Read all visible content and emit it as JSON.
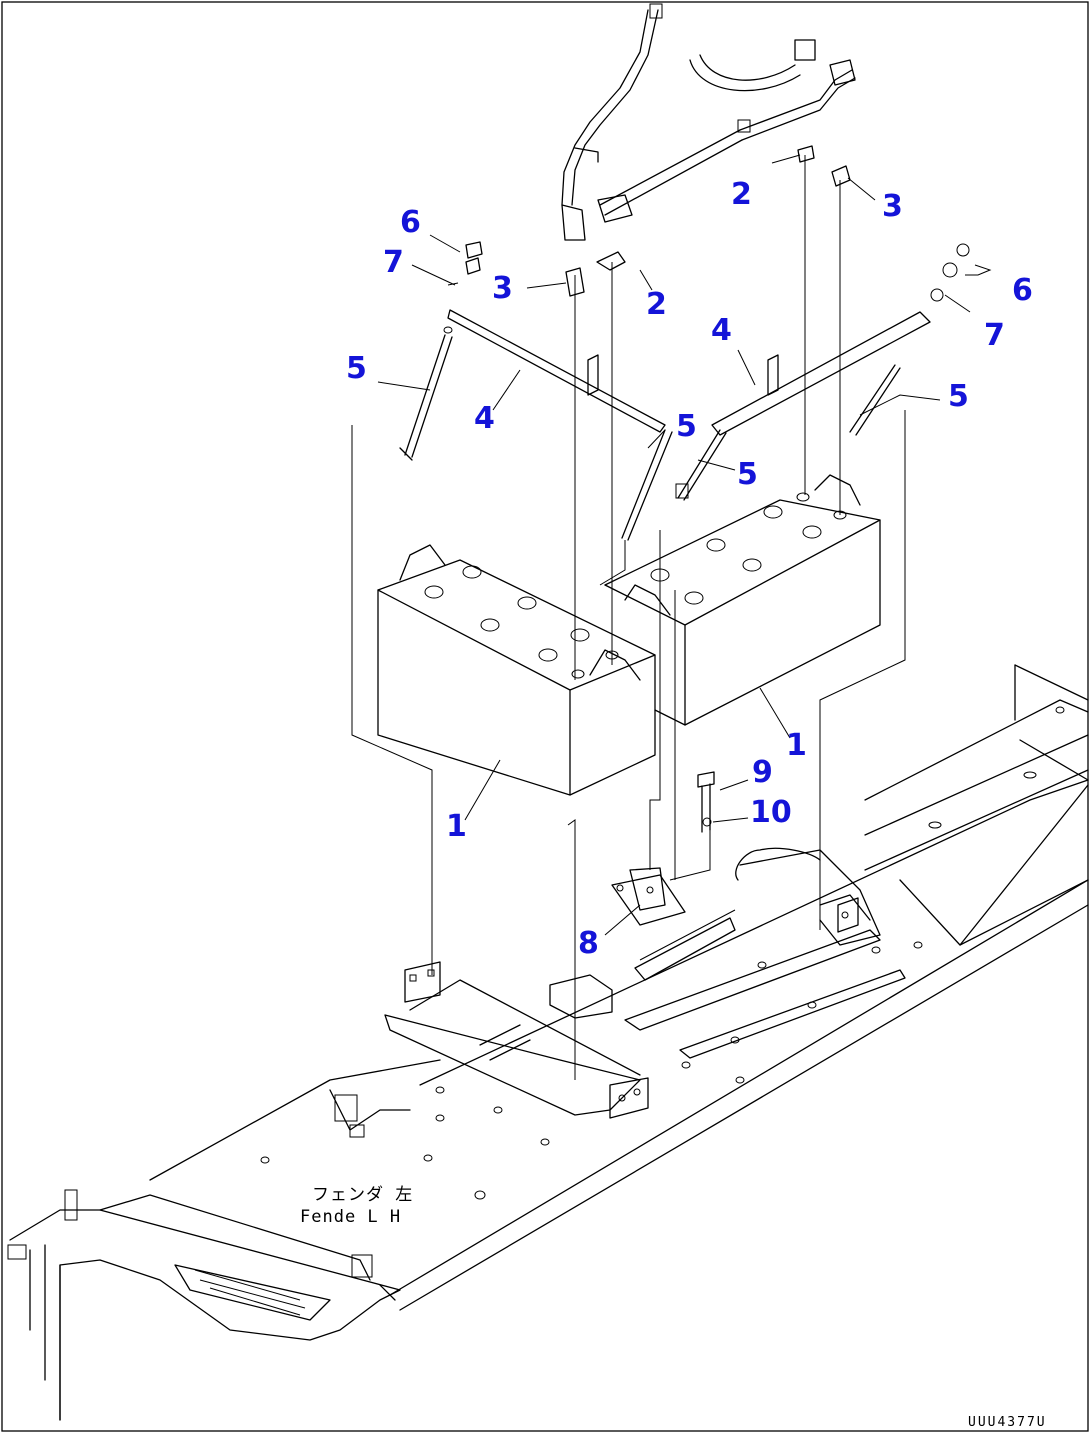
{
  "diagram": {
    "callouts": {
      "c1a": "1",
      "c1b": "1",
      "c2a": "2",
      "c2b": "2",
      "c3a": "3",
      "c3b": "3",
      "c4a": "4",
      "c4b": "4",
      "c5a": "5",
      "c5b": "5",
      "c5c": "5",
      "c5d": "5",
      "c6a": "6",
      "c6b": "6",
      "c7a": "7",
      "c7b": "7",
      "c8": "8",
      "c9": "9",
      "c10": "10"
    },
    "caption_jp": "フェンダ 左",
    "caption_en": "Fende L H",
    "drawing_code": "UUU4377U"
  }
}
